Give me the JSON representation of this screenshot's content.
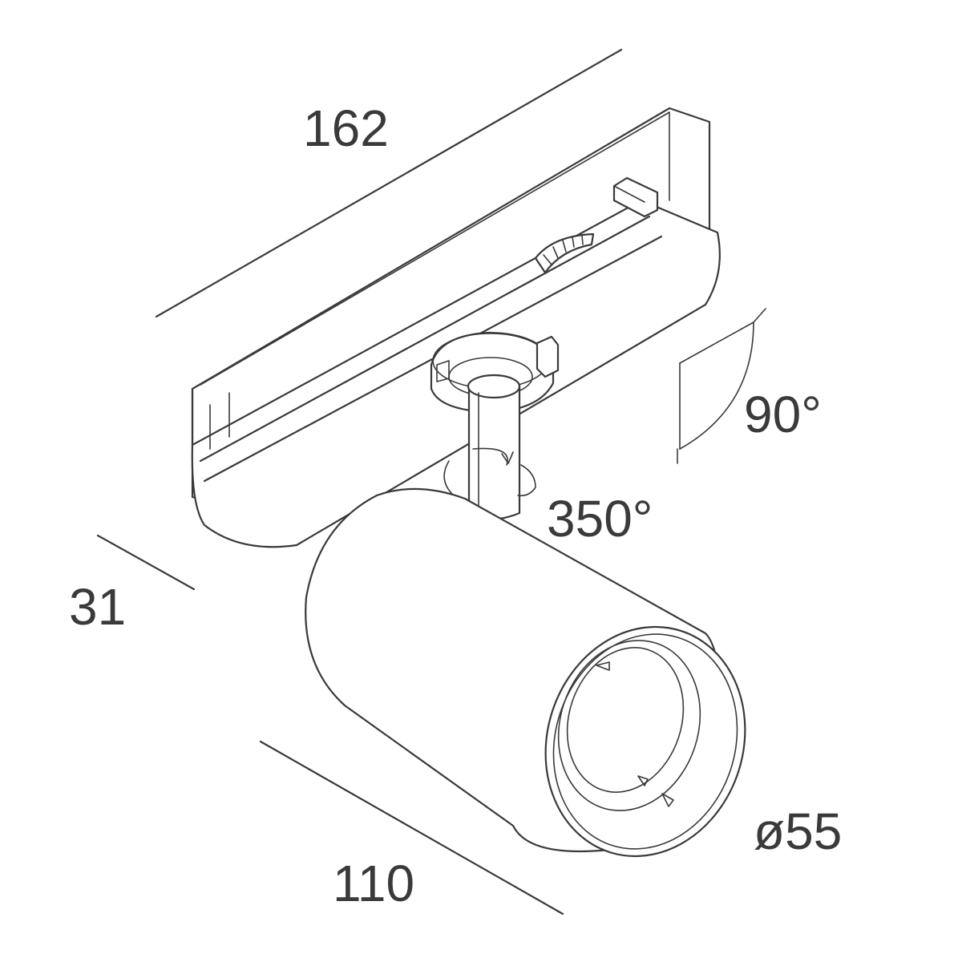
{
  "dimensions": {
    "length": "162",
    "height": "31",
    "depth": "110",
    "diameter": "ø55",
    "tilt_angle": "90°",
    "rotation_angle": "350°"
  },
  "colors": {
    "line": "#3a3a3a",
    "background": "#ffffff"
  }
}
